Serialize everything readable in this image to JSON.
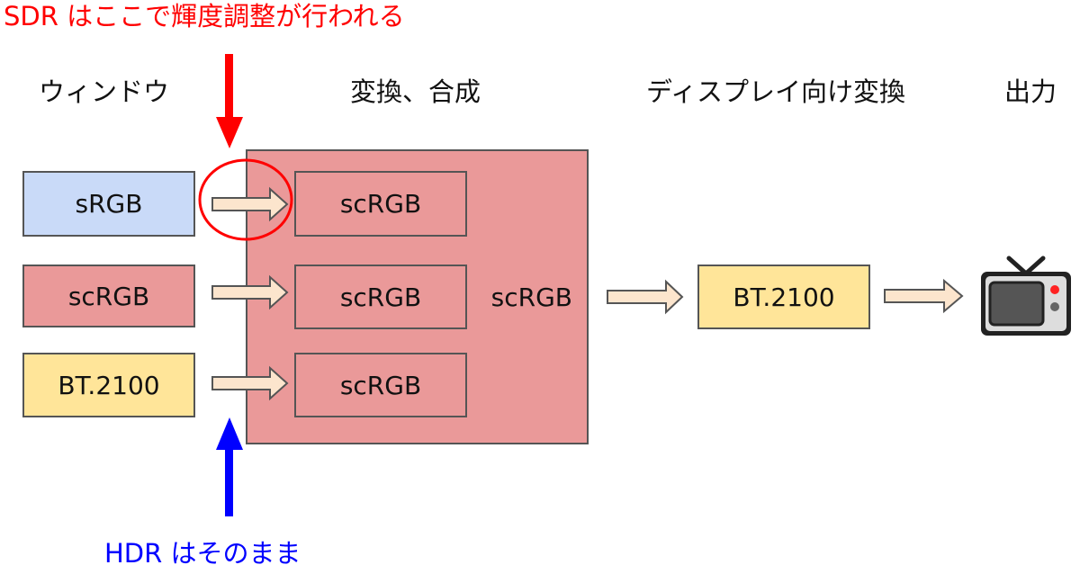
{
  "annotations": {
    "sdr_note": "SDR はここで輝度調整が行われる",
    "hdr_note": "HDR はそのまま"
  },
  "headers": {
    "window": "ウィンドウ",
    "convert_compose": "変換、合成",
    "display_convert": "ディスプレイ向け変換",
    "output": "出力"
  },
  "windows": [
    {
      "label": "sRGB",
      "color": "#c9daf8"
    },
    {
      "label": "scRGB",
      "color": "#ea9999"
    },
    {
      "label": "BT.2100",
      "color": "#ffe599"
    }
  ],
  "compositor": {
    "label": "scRGB",
    "color": "#ea9999",
    "inputs": [
      "scRGB",
      "scRGB",
      "scRGB"
    ]
  },
  "display_format": {
    "label": "BT.2100",
    "color": "#ffe599"
  },
  "colors": {
    "sdr_accent": "#ff0000",
    "hdr_accent": "#0000ff",
    "arrow_fill": "#fce5cd",
    "border": "#555555"
  },
  "icons": {
    "output": "television-icon"
  }
}
